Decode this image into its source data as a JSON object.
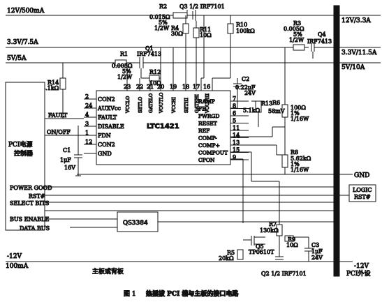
{
  "power_rails": {
    "in_12v": "12V/500mA",
    "in_3v3": "3.3V/7.5A",
    "in_5v": "5V/5A",
    "in_m12v": "-12V",
    "in_m12v_current": "100mA",
    "out_12v": "12V/3.3A",
    "out_3v3": "3.3V/11.5A",
    "out_5v": "5V/10A",
    "out_gnd": "GND",
    "out_m12v": "-12V",
    "out_pci": "PCI外设"
  },
  "components": {
    "r2": [
      "R2",
      "0.015Ω",
      "5%",
      "1/2W"
    ],
    "q3": "Q3 1/2 IRF7101",
    "r4": [
      "R4",
      "30Ω"
    ],
    "r11": [
      "R11",
      "10Ω"
    ],
    "r10": [
      "R10",
      "100kΩ"
    ],
    "r3": [
      "R3",
      "0.005Ω",
      "5%",
      "1/2W"
    ],
    "q4": [
      "Q4",
      "IRF7413"
    ],
    "r1": [
      "R1",
      "0.005Ω",
      "5%",
      "1/2W"
    ],
    "q1": [
      "Q1",
      "IRF7413"
    ],
    "r12": [
      "R12",
      "10Ω"
    ],
    "r14": [
      "R14",
      "5.1kΩ"
    ],
    "c2": [
      "C2",
      "0.22μF",
      "24V"
    ],
    "r13": [
      "R13",
      "5.1kΩ"
    ],
    "r6": [
      "R6",
      "100Ω",
      "1%",
      "1/16W",
      "58mV"
    ],
    "r8": [
      "R8",
      "5.62kΩ",
      "1%",
      "1/16W"
    ],
    "c1": [
      "C1",
      "1μF",
      "16V"
    ],
    "r7": [
      "R7",
      "130kΩ"
    ],
    "r9": [
      "R9",
      "10Ω"
    ],
    "c3": [
      "C3",
      "1μF",
      "24V"
    ],
    "q5": [
      "Q5",
      "TP0610T"
    ],
    "r5": [
      "R5",
      "20kΩ"
    ],
    "q2": "Q2 1/2 IRF7101"
  },
  "ic": {
    "name": "LTC1421",
    "left_pins": [
      {
        "num": "2",
        "name": "CON2"
      },
      {
        "num": "24",
        "name": "AUXVcc"
      },
      {
        "num": "4",
        "name": "FAULT"
      },
      {
        "num": "3",
        "name": "DISABLE"
      },
      {
        "num": "1",
        "name": "PDN"
      },
      {
        "num": "12",
        "name": "CON2"
      },
      {
        "num": "",
        "name": "GND"
      }
    ],
    "top_pins": [
      {
        "num": "23",
        "name": "VCCLO"
      },
      {
        "num": "22",
        "name": "SETLO"
      },
      {
        "num": "21",
        "name": "GATELO"
      },
      {
        "num": "20",
        "name": "VOUTLO"
      },
      {
        "num": "19",
        "name": "VCCHI"
      },
      {
        "num": "18",
        "name": "SETHI"
      },
      {
        "num": "17",
        "name": "GATEHI"
      },
      {
        "num": "16",
        "name": "VOUTHI"
      }
    ],
    "right_pins": [
      {
        "num": "7",
        "name": "RAMP"
      },
      {
        "num": "8",
        "name": "FB"
      },
      {
        "num": "6",
        "name": "PWRGD"
      },
      {
        "num": "5",
        "name": "RESET"
      },
      {
        "num": "11",
        "name": "REF"
      },
      {
        "num": "14",
        "name": "COMP-"
      },
      {
        "num": "13",
        "name": "COMP+"
      },
      {
        "num": "15",
        "name": "COMPOUT"
      },
      {
        "num": "9",
        "name": "CPON"
      }
    ]
  },
  "controller": {
    "title_line1": "PCI电源",
    "title_line2": "控制器",
    "fault": "FAULT",
    "onoff": "ON/OFF"
  },
  "bus_signals": {
    "power_good": "POWER GOOD",
    "rst": "RST#",
    "select_bits": "SELECT BITS",
    "bus_enable": "BUS ENABLE",
    "data_bus": "DATA BUS",
    "buffer_ic": "QS3384",
    "logic_rst_1": "LOGIC",
    "logic_rst_2": "RST#"
  },
  "board_label": "主板或背板",
  "caption": {
    "fig": "图 1",
    "text": "热插拔 PCI 槽与主板的接口电路"
  }
}
